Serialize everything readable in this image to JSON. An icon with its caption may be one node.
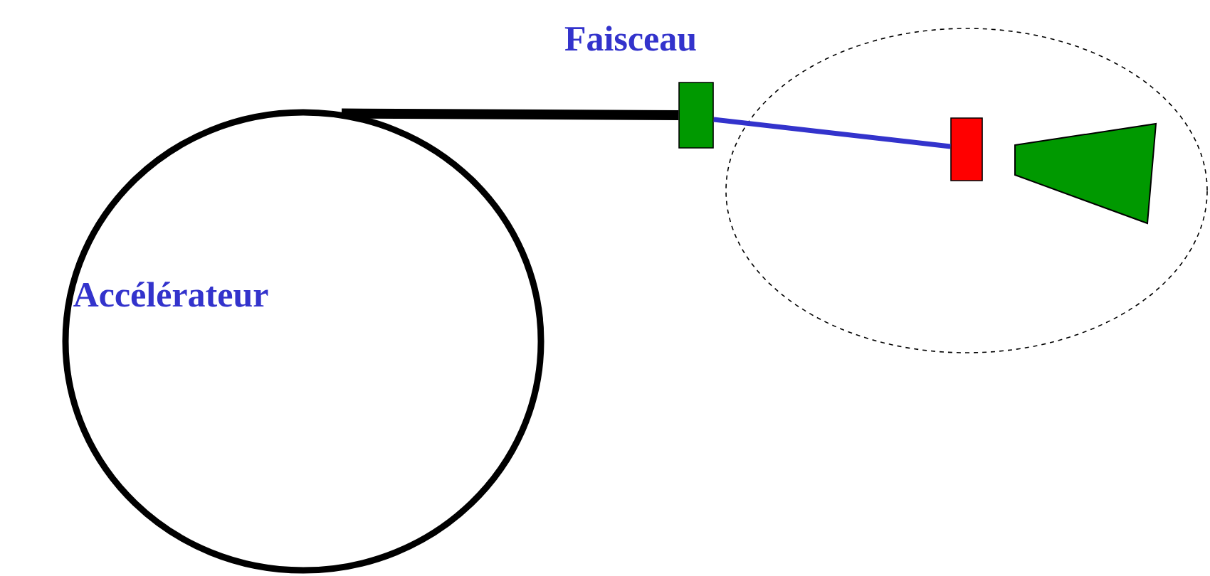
{
  "diagram": {
    "nodes": [
      {
        "text": [],
        "shape": "circle"
      },
      {
        "text": [],
        "shape": "box"
      },
      {
        "text": [],
        "shape": "ellipse"
      },
      {
        "text": [],
        "shape": "box",
        "in": 2
      },
      {
        "text": [],
        "shape": "trapezoid",
        "in": 2
      }
    ],
    "edges": [
      {
        "from": 0,
        "to": 1,
        "arrow": "none",
        "style": "thick"
      },
      {
        "from": 1,
        "to": 3,
        "arrow": "none",
        "color": "#3333cc"
      }
    ],
    "labels": [
      "Faisceau",
      "Accélérateur"
    ]
  }
}
